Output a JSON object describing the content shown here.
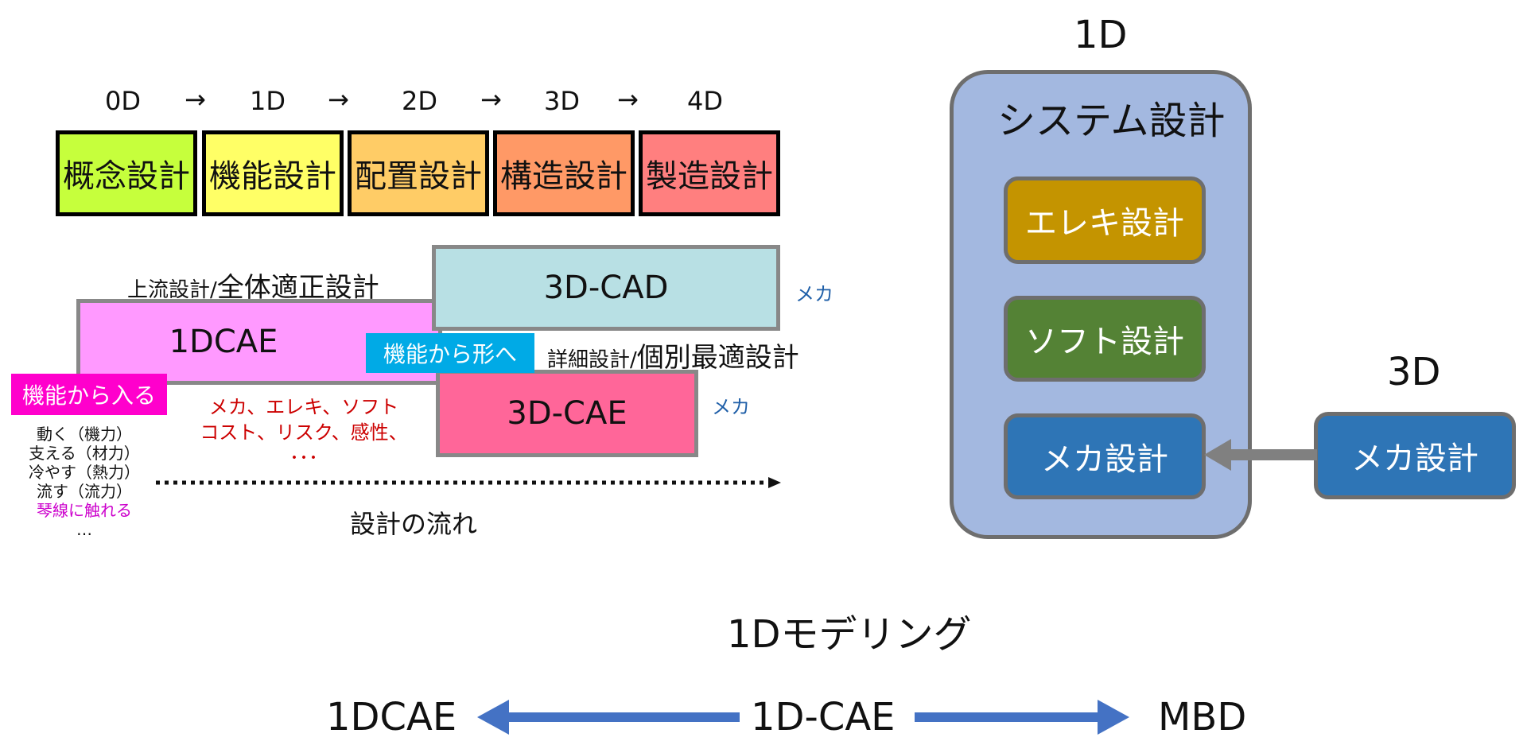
{
  "process": {
    "dimensions": [
      "0D",
      "1D",
      "2D",
      "3D",
      "4D"
    ],
    "arrow_glyph": "→",
    "phases": [
      {
        "label": "概念設計",
        "color": "#c6ff3c"
      },
      {
        "label": "機能設計",
        "color": "#ffff66"
      },
      {
        "label": "配置設計",
        "color": "#ffcc66"
      },
      {
        "label": "構造設計",
        "color": "#ff9966"
      },
      {
        "label": "製造設計",
        "color": "#ff7f7f"
      }
    ]
  },
  "left_diagram": {
    "upstream_small": "上流設計/",
    "upstream_big": "全体適正設計",
    "box_1dcae": "1DCAE",
    "box_3dcad": "3D-CAD",
    "box_3dcae": "3D-CAE",
    "meka_1": "メカ",
    "meka_2": "メカ",
    "tag_function_shape": "機能から形へ",
    "tag_enter_function": "機能から入る",
    "detail_small": "詳細設計/",
    "detail_big": "個別最適設計",
    "red_text_1": "メカ、エレキ、ソフト",
    "red_text_2": "コスト、リスク、感性、",
    "red_text_3": "･･･",
    "functions": [
      "動く（機力）",
      "支える（材力）",
      "冷やす（熱力）",
      "流す（流力）"
    ],
    "function_magenta": "琴線に触れる",
    "function_ellipsis": "…",
    "flow_label": "設計の流れ",
    "colors": {
      "box_1dcae": "#ff99ff",
      "box_3dcad": "#b8e0e4",
      "box_3dcae": "#ff6699",
      "tag_blue": "#00aae6",
      "tag_magenta": "#ff00cc",
      "red_text": "#cc0000",
      "meka_blue": "#1f5fa8",
      "magenta_text": "#cc00cc"
    }
  },
  "system": {
    "top_label": "1D",
    "title": "システム設計",
    "elec": "エレキ設計",
    "soft": "ソフト設計",
    "mech": "メカ設計",
    "side_label": "3D",
    "side_mech": "メカ設計",
    "colors": {
      "container": "#a3b8e0",
      "elec": "#c49400",
      "soft": "#548235",
      "mech": "#2e75b6",
      "arrow": "#808080"
    }
  },
  "bottom": {
    "modeling_label": "1Dモデリング",
    "left": "1DCAE",
    "center": "1D-CAE",
    "right": "MBD",
    "arrow_color": "#4472c4"
  }
}
